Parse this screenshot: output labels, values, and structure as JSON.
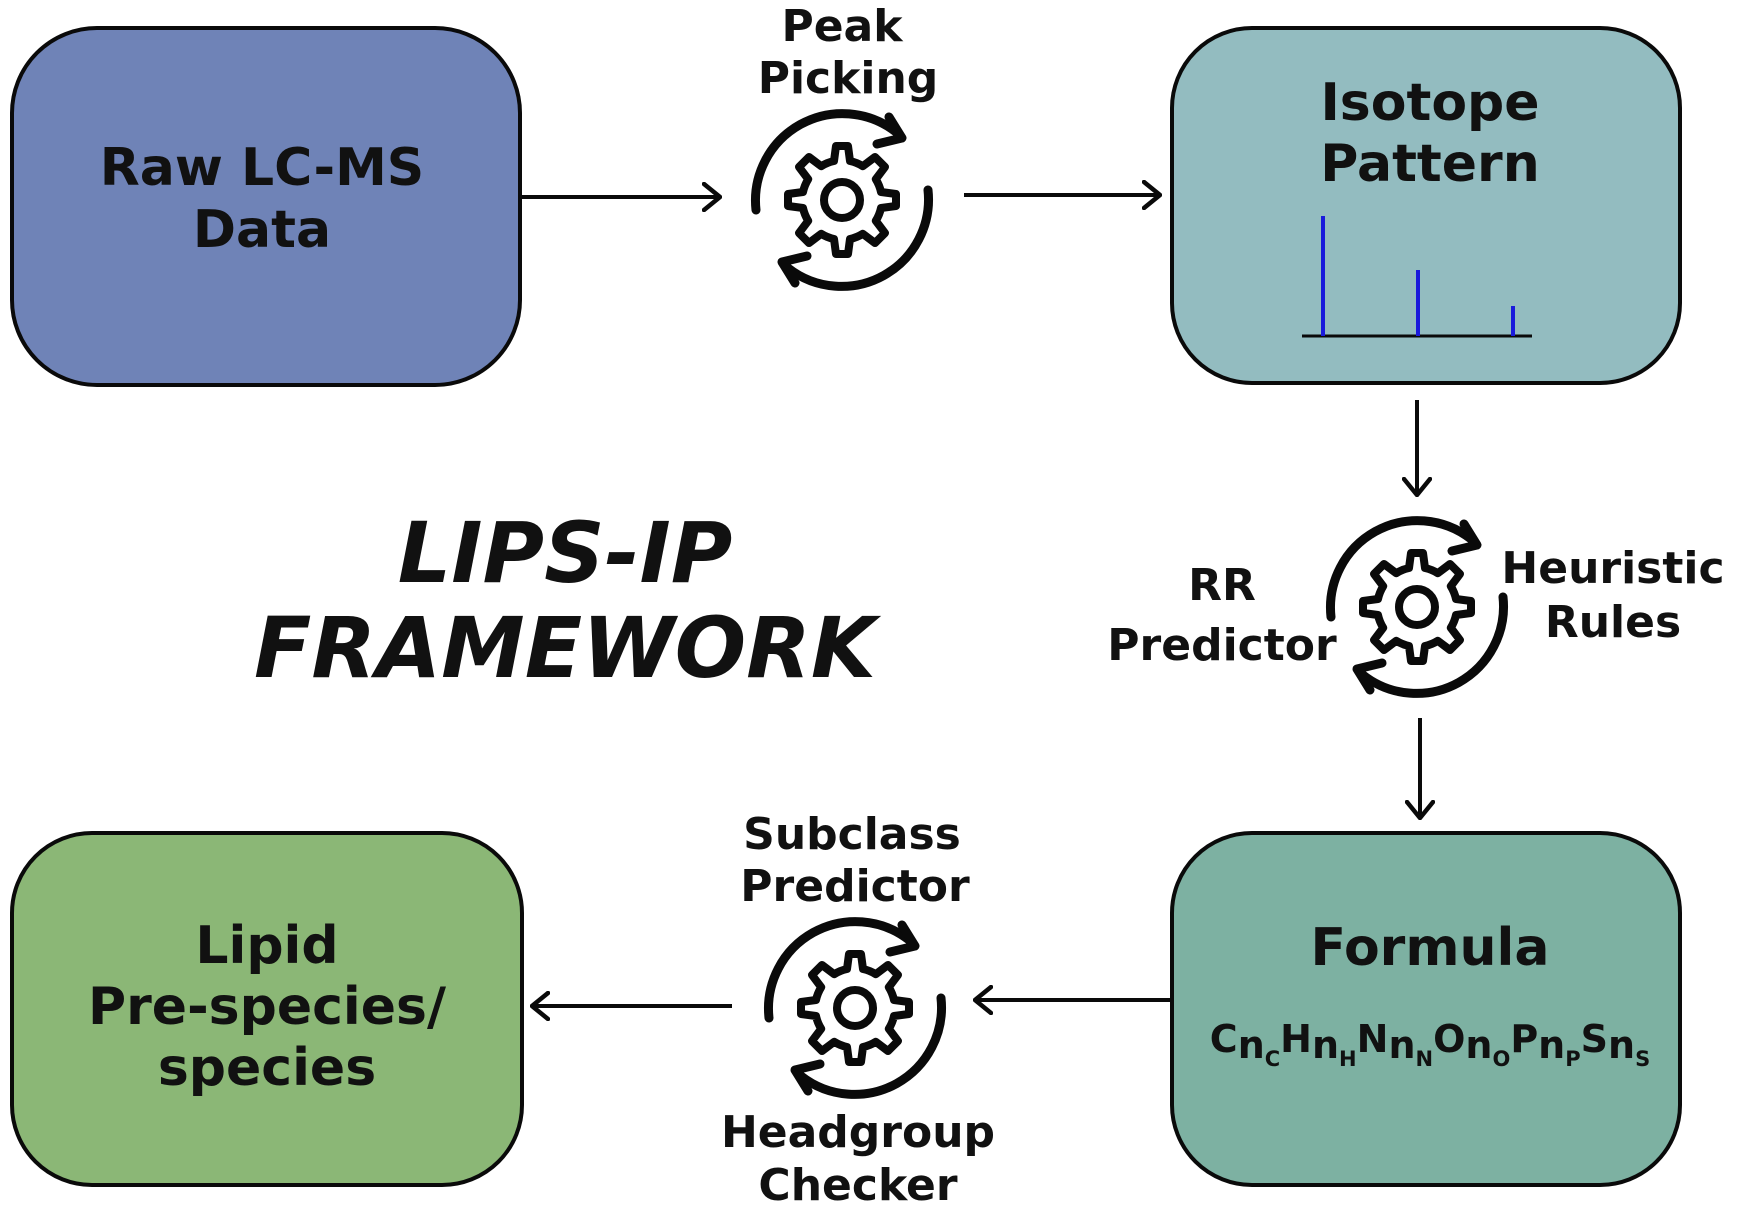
{
  "framework": {
    "line1": "LIPS-IP",
    "line2": "FRAMEWORK"
  },
  "boxes": {
    "raw": {
      "line1": "Raw LC-MS",
      "line2": "Data",
      "color": "#6f83b7"
    },
    "isotope": {
      "line1": "Isotope",
      "line2": "Pattern",
      "color": "#93bcc0"
    },
    "formula": {
      "title": "Formula",
      "color": "#7db1a2"
    },
    "lipid": {
      "line1": "Lipid",
      "line2": "Pre-species/",
      "line3": "species",
      "color": "#8bb776"
    }
  },
  "formula_terms": [
    {
      "el": "C",
      "n": "n",
      "sub": "C"
    },
    {
      "el": "H",
      "n": "n",
      "sub": "H"
    },
    {
      "el": "N",
      "n": "n",
      "sub": "N"
    },
    {
      "el": "O",
      "n": "n",
      "sub": "O"
    },
    {
      "el": "P",
      "n": "n",
      "sub": "P"
    },
    {
      "el": "S",
      "n": "n",
      "sub": "S"
    }
  ],
  "operations": {
    "peak": {
      "line1": "Peak",
      "line2": "Picking"
    },
    "rr": {
      "line1": "RR",
      "line2": "Predictor"
    },
    "heuristic": {
      "line1": "Heuristic",
      "line2": "Rules"
    },
    "subclass": {
      "line1": "Subclass",
      "line2": "Predictor"
    },
    "headgroup": {
      "line1": "Headgroup",
      "line2": "Checker"
    }
  },
  "isotope_peaks": [
    1.0,
    0.55,
    0.25
  ],
  "colors": {
    "peak_color": "#1a1adb",
    "stroke": "#0a0a0a"
  }
}
